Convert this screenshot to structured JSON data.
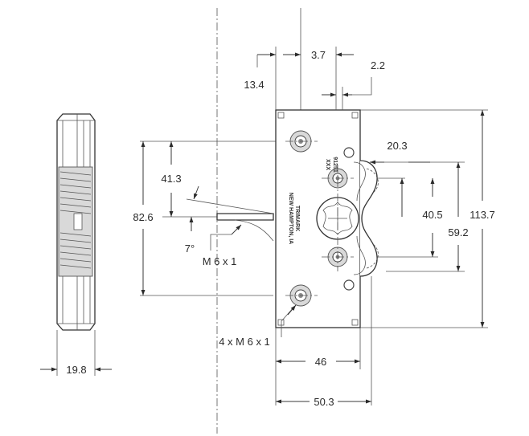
{
  "dimensions": {
    "top_offset": "13.4",
    "top_width": "3.7",
    "right_offset": "2.2",
    "jaw_width": "20.3",
    "upper_spacing": "41.3",
    "mount_spacing": "82.6",
    "angle": "7°",
    "thread_single": "M 6 x 1",
    "jaw_height": "40.5",
    "bolt_spacing": "59.2",
    "overall_height": "113.7",
    "thread_quad": "4 x M 6 x 1",
    "inner_width": "46",
    "overall_width": "50.3",
    "side_thickness": "19.8"
  },
  "body_marking": {
    "line1": "TRIMARK",
    "line2": "NEW HAMPTON, IA",
    "part_a": "XXX",
    "part_b": "91251"
  },
  "colors": {
    "line": "#3a3a3a",
    "fill_grey": "#d9d9d9",
    "background": "#ffffff"
  }
}
